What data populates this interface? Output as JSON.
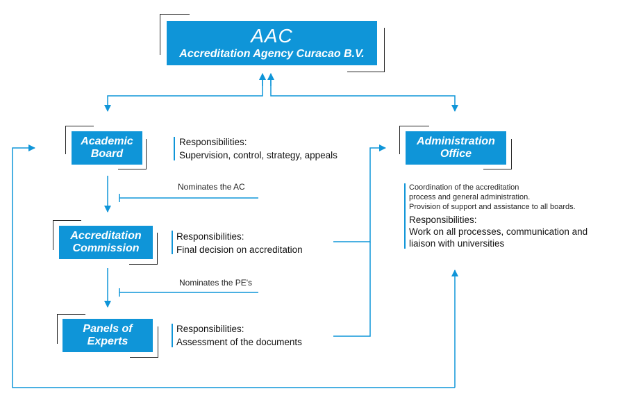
{
  "header": {
    "title": "AAC",
    "subtitle": "Accreditation Agency Curacao B.V."
  },
  "academic_board": {
    "line1": "Academic",
    "line2": "Board",
    "resp_label": "Responsibilities:",
    "resp_text": "Supervision, control, strategy, appeals"
  },
  "accreditation_commission": {
    "line1": "Accreditation",
    "line2": "Commission",
    "resp_label": "Responsibilities:",
    "resp_text": "Final decision on accreditation"
  },
  "panels_of_experts": {
    "line1": "Panels of",
    "line2": "Experts",
    "resp_label": "Responsibilities:",
    "resp_text": "Assessment of the documents"
  },
  "administration_office": {
    "line1": "Administration",
    "line2": "Office",
    "desc_lines": [
      "Coordination of the accreditation",
      "process and general administration.",
      "Provision of support and assistance to all boards."
    ],
    "resp_label": "Responsibilities:",
    "resp_lines": [
      "Work on all processes, communication and",
      "liaison with universities"
    ]
  },
  "nominations": {
    "ac": "Nominates the AC",
    "pe": "Nominates the PE's"
  },
  "colors": {
    "accent": "#0f95d8",
    "frame": "#222222"
  }
}
